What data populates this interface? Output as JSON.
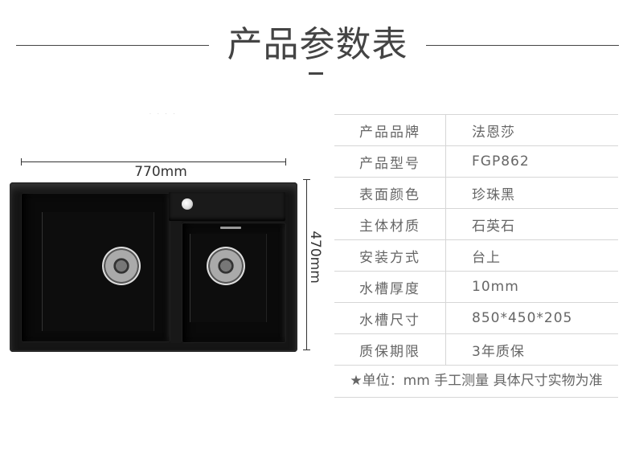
{
  "header": {
    "title": "产品参数表"
  },
  "diagram": {
    "width_label": "770mm",
    "height_label": "470mm",
    "image_alt": "black double-bowl quartz sink, top view"
  },
  "specs": {
    "rows": [
      {
        "key": "产品品牌",
        "value": "法恩莎"
      },
      {
        "key": "产品型号",
        "value": "FGP862"
      },
      {
        "key": "表面颜色",
        "value": "珍珠黑"
      },
      {
        "key": "主体材质",
        "value": "石英石"
      },
      {
        "key": "安装方式",
        "value": "台上"
      },
      {
        "key": "水槽厚度",
        "value": "10mm"
      },
      {
        "key": "水槽尺寸",
        "value": "850*450*205"
      },
      {
        "key": "质保期限",
        "value": "3年质保"
      }
    ],
    "note": "★单位：mm 手工测量 具体尺寸实物为准"
  }
}
